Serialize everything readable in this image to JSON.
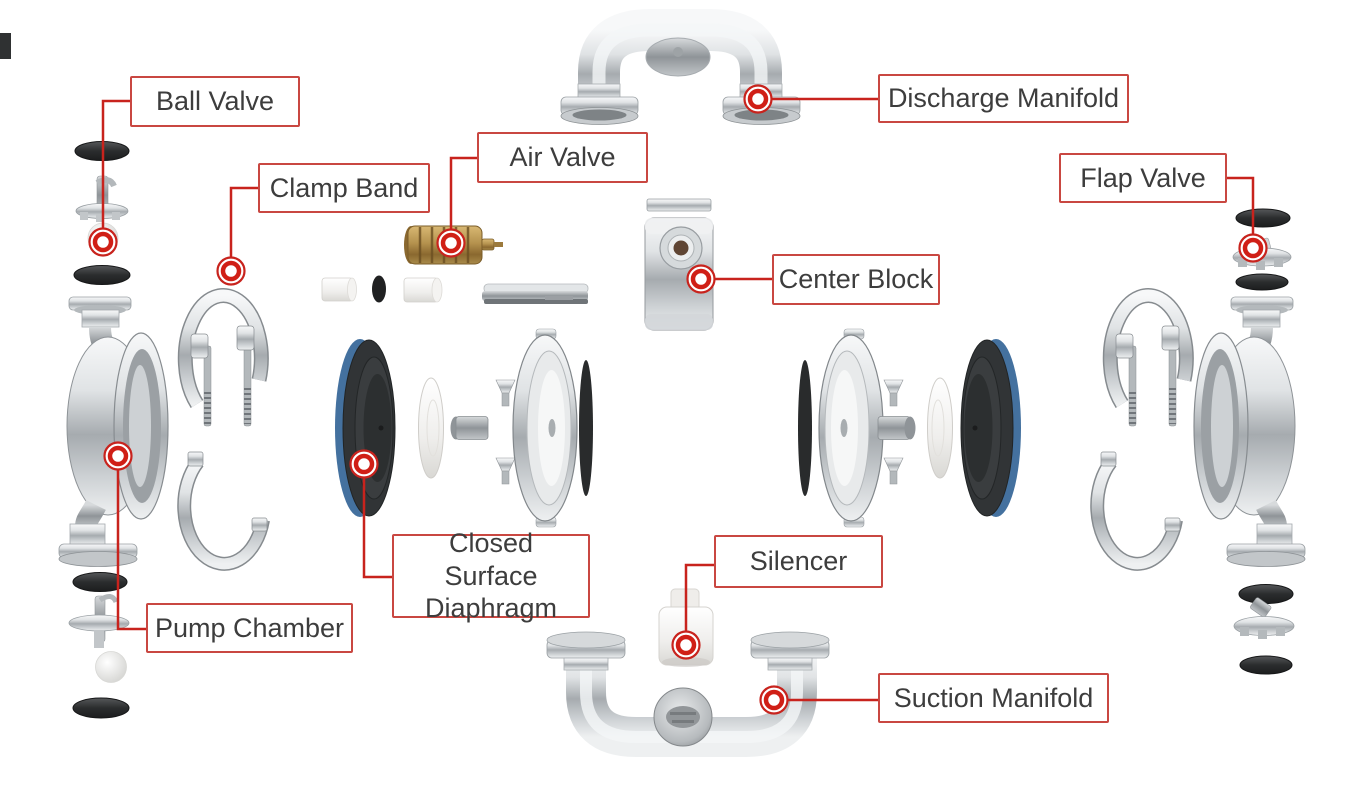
{
  "diagram": {
    "background": "#ffffff",
    "labels": [
      {
        "id": "ball-valve",
        "text": "Ball Valve"
      },
      {
        "id": "clamp-band",
        "text": "Clamp Band"
      },
      {
        "id": "air-valve",
        "text": "Air Valve"
      },
      {
        "id": "discharge-manifold",
        "text": "Discharge Manifold"
      },
      {
        "id": "flap-valve",
        "text": "Flap Valve"
      },
      {
        "id": "center-block",
        "text": "Center Block"
      },
      {
        "id": "closed-surface-diaphragm",
        "text": "Closed Surface Diaphragm"
      },
      {
        "id": "pump-chamber",
        "text": "Pump Chamber"
      },
      {
        "id": "silencer",
        "text": "Silencer"
      },
      {
        "id": "suction-manifold",
        "text": "Suction Manifold"
      }
    ],
    "colors": {
      "label_border": "#c94741",
      "label_text": "#3d3d3d",
      "leader_line": "#c8231d",
      "marker_ring": "#c8231d",
      "oring_black": "#2b2d2e",
      "brass": "#b5924e",
      "diaphragm_rubber": "#313436",
      "diaphragm_blue_edge": "#44719f",
      "stainless_light": "#f7f8f9",
      "stainless_dark": "#a6abaf"
    },
    "parts": [
      "discharge-manifold",
      "suction-manifold",
      "silencer",
      "center-block",
      "air-valve",
      "air-valve-slide-plate",
      "pump-chamber-left",
      "pump-chamber-right",
      "clamp-band-upper-left",
      "clamp-band-lower-left",
      "clamp-band-upper-right",
      "clamp-band-lower-right",
      "closed-surface-diaphragm-left",
      "closed-surface-diaphragm-right",
      "diaphragm-plate-left",
      "diaphragm-plate-right",
      "piston-left",
      "piston-right",
      "screws",
      "o-rings",
      "ball-valve-stack",
      "flap-valve-stack",
      "valve-ball"
    ]
  }
}
